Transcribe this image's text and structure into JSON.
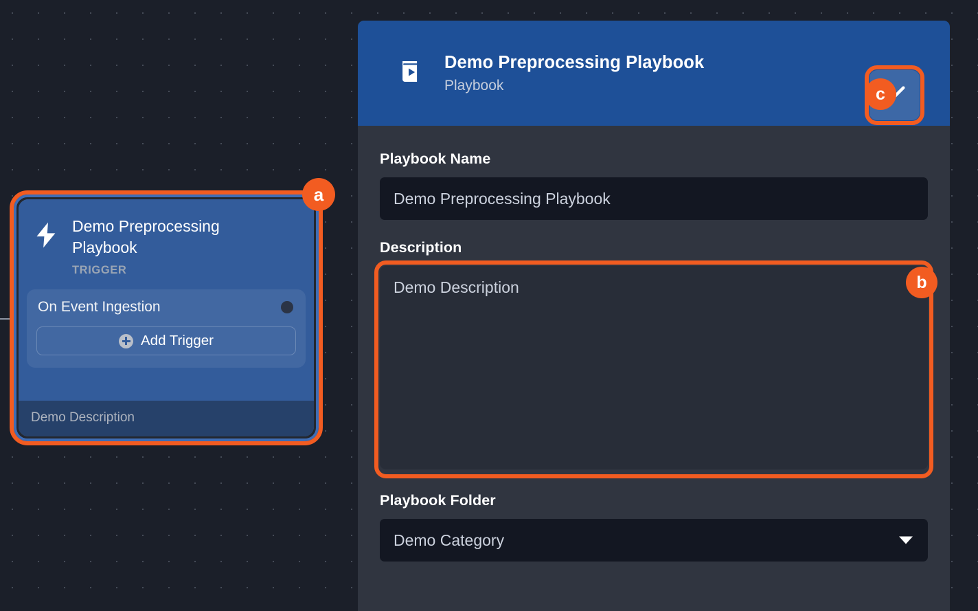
{
  "canvas": {
    "node": {
      "title": "Demo Preprocessing Playbook",
      "kicker": "TRIGGER",
      "trigger_label": "On Event Ingestion",
      "add_trigger_label": "Add Trigger",
      "footer_description": "Demo Description",
      "bolt_icon": "lightning-bolt-icon",
      "plus_icon": "plus-circle-icon",
      "status_dot": "status-dot-icon"
    },
    "annotations": [
      {
        "id": "a",
        "label": "a",
        "target": "playbook-trigger-node"
      },
      {
        "id": "b",
        "label": "b",
        "target": "description-textarea"
      },
      {
        "id": "c",
        "label": "c",
        "target": "confirm-button"
      }
    ]
  },
  "panel": {
    "header": {
      "icon": "playbook-book-play-icon",
      "title": "Demo Preprocessing Playbook",
      "subtitle": "Playbook",
      "confirm_icon": "check-icon"
    },
    "fields": {
      "playbook_name": {
        "label": "Playbook Name",
        "value": "Demo Preprocessing Playbook",
        "placeholder": "Playbook Name"
      },
      "description": {
        "label": "Description",
        "value": "Demo Description",
        "placeholder": "Description"
      },
      "playbook_folder": {
        "label": "Playbook Folder",
        "value": "Demo Category",
        "caret_icon": "chevron-down-icon"
      }
    }
  },
  "colors": {
    "accent_orange": "#f25c21",
    "header_blue": "#1e5098",
    "node_blue": "#335c9b",
    "panel_bg": "#303540",
    "canvas_bg": "#1b1f29",
    "input_bg": "#131722"
  }
}
